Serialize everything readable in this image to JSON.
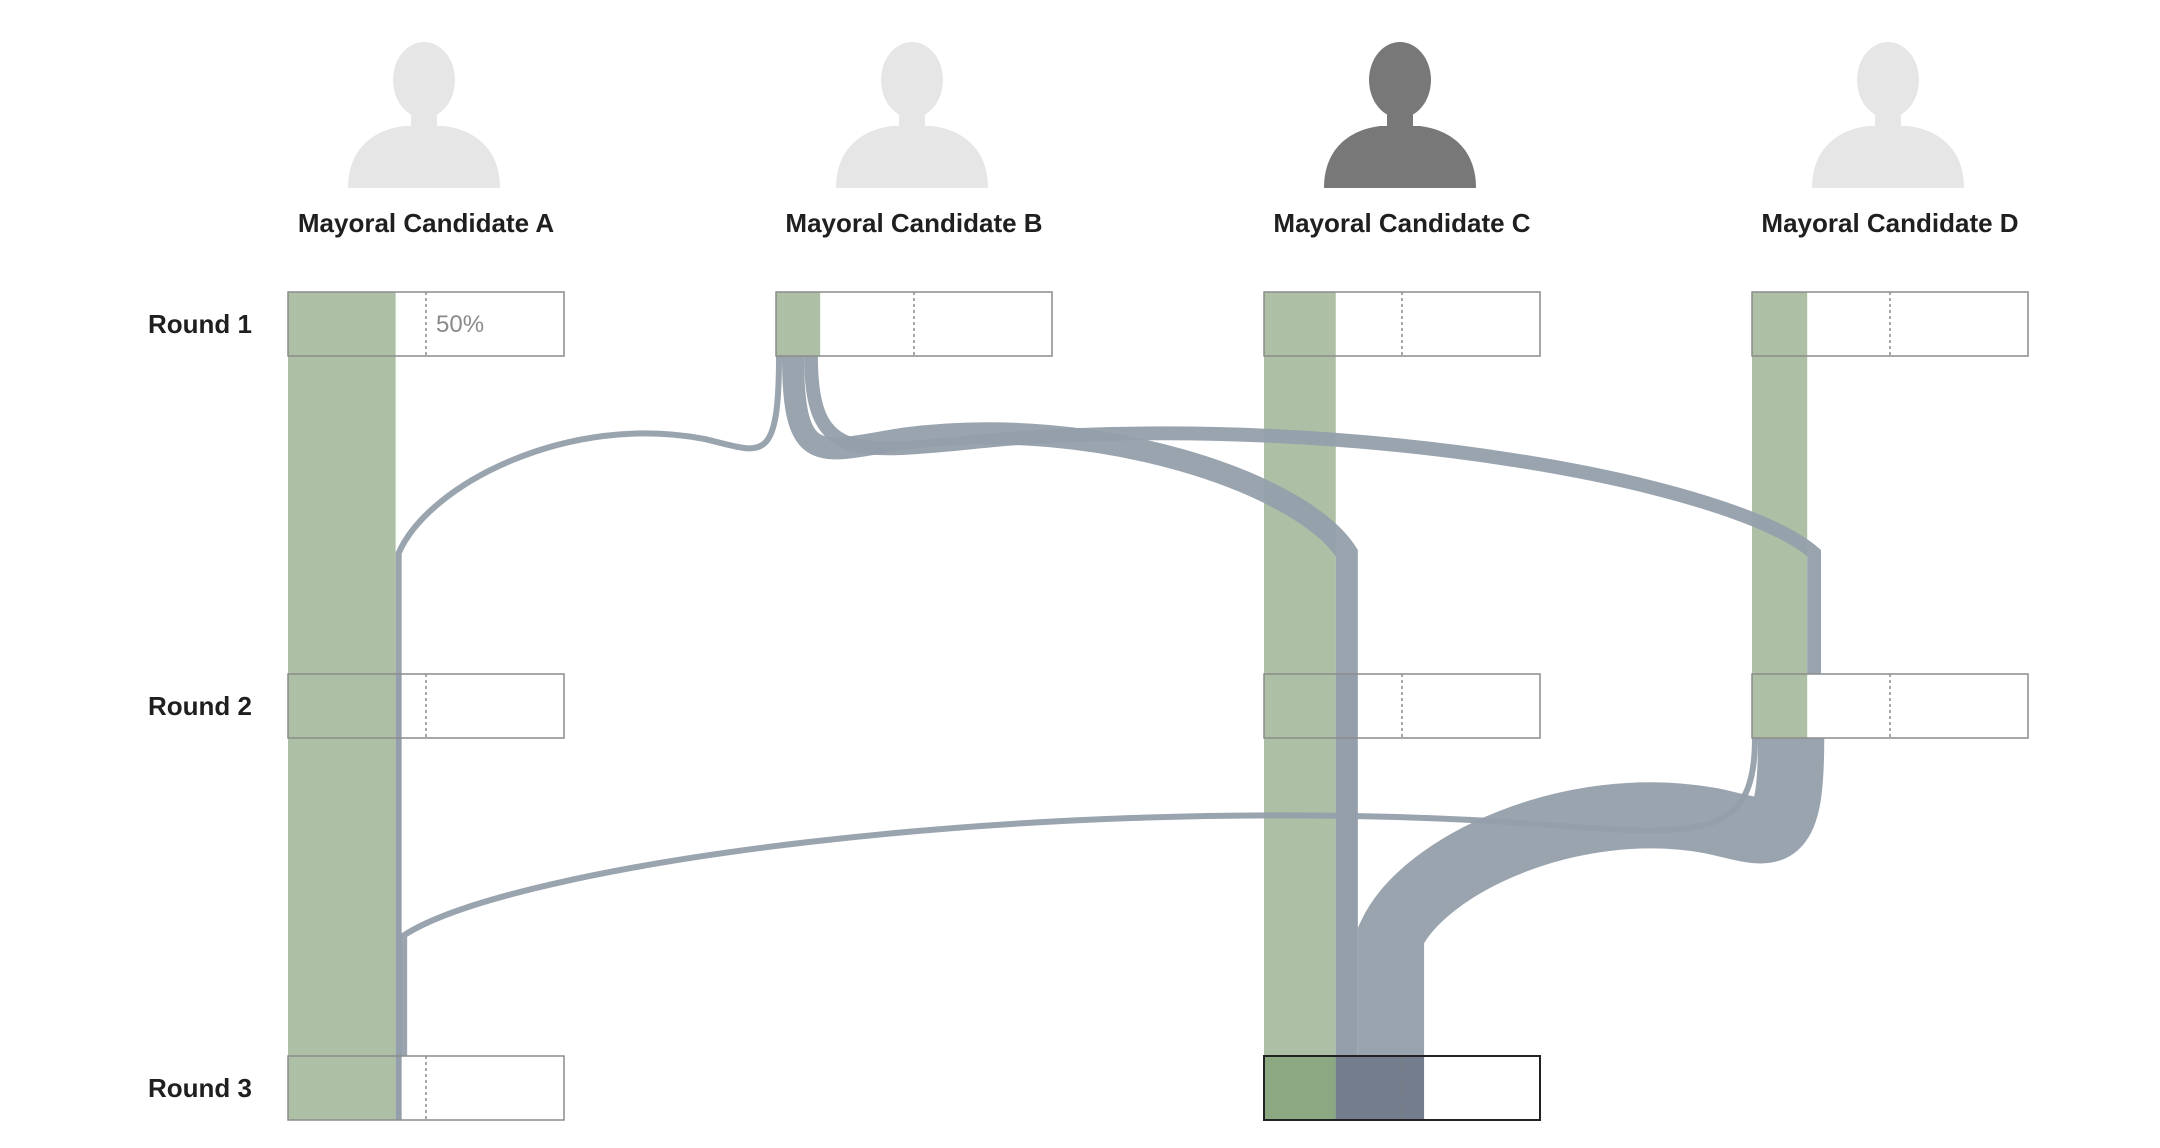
{
  "threshold": {
    "fraction": 0.5,
    "label": "50%"
  },
  "rounds": [
    {
      "label": "Round 1"
    },
    {
      "label": "Round 2"
    },
    {
      "label": "Round 3"
    }
  ],
  "candidates": [
    {
      "name": "Mayoral Candidate A",
      "icon": "person-silhouette-icon",
      "highlighted": false
    },
    {
      "name": "Mayoral Candidate B",
      "icon": "person-silhouette-icon",
      "highlighted": false
    },
    {
      "name": "Mayoral Candidate C",
      "icon": "person-silhouette-icon",
      "highlighted": true
    },
    {
      "name": "Mayoral Candidate D",
      "icon": "person-silhouette-icon",
      "highlighted": false
    }
  ],
  "vote_share": {
    "round_1": [
      0.39,
      0.16,
      0.26,
      0.2
    ],
    "round_2": [
      0.41,
      null,
      0.34,
      0.25
    ],
    "round_3": [
      0.42,
      null,
      0.58,
      null
    ]
  },
  "transfers": [
    {
      "from_candidate": 1,
      "from_round": 1,
      "to_candidate": 0,
      "to_round": 2,
      "share": 0.02
    },
    {
      "from_candidate": 1,
      "from_round": 1,
      "to_candidate": 2,
      "to_round": 2,
      "share": 0.08
    },
    {
      "from_candidate": 1,
      "from_round": 1,
      "to_candidate": 3,
      "to_round": 2,
      "share": 0.05
    },
    {
      "from_candidate": 3,
      "from_round": 2,
      "to_candidate": 0,
      "to_round": 3,
      "share": 0.01
    },
    {
      "from_candidate": 3,
      "from_round": 2,
      "to_candidate": 2,
      "to_round": 3,
      "share": 0.24
    }
  ],
  "colors": {
    "vote_bar": "#adbfa5",
    "winner_bar": "#8ca883",
    "transfer_flow": "#949fab",
    "transfer_in_winner": "#737d8d",
    "box_border": "#8c8c8c",
    "winner_box_border": "#222222",
    "silhouette_inactive": "#e6e6e6",
    "silhouette_active": "#787878",
    "threshold_line": "#7a7a7a"
  }
}
